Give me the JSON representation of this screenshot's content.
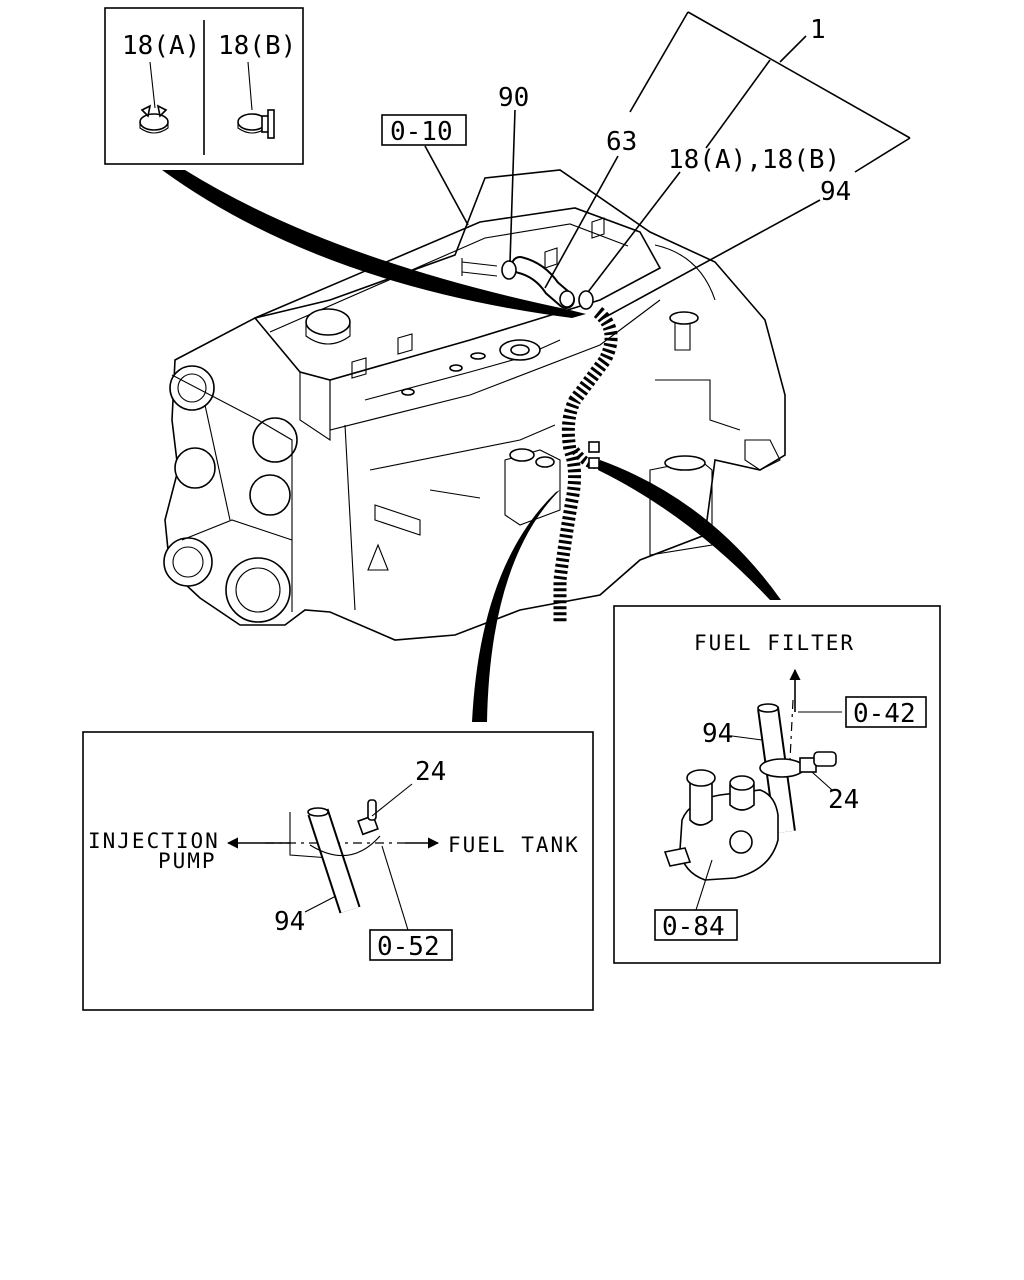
{
  "callouts": {
    "assembly": "1",
    "clip_a_b": "18(A),18(B)",
    "hose_63": "63",
    "clip_90": "90",
    "hose_94": "94"
  },
  "inset_clips": {
    "clip_a": "18(A)",
    "clip_b": "18(B)"
  },
  "refs": {
    "ref_0_10": "0-10",
    "ref_0_42": "0-42",
    "ref_0_84": "0-84",
    "ref_0_52": "0-52"
  },
  "detail_right": {
    "fuel_filter": "FUEL FILTER",
    "hose": "94",
    "clip": "24"
  },
  "detail_left": {
    "injection": "INJECTION",
    "pump": "PUMP",
    "fuel_tank": "FUEL TANK",
    "hose": "94",
    "clip": "24"
  }
}
